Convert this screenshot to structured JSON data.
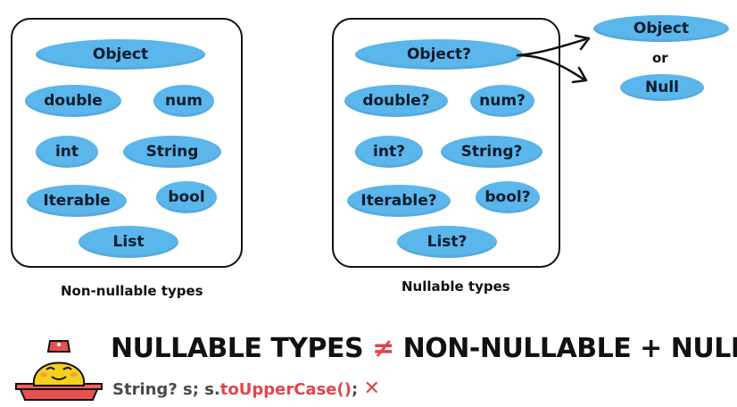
{
  "colors": {
    "pill": "#5bb6ec",
    "accent_red": "#e0454b",
    "outline": "#111111"
  },
  "left_panel": {
    "caption": "Non-nullable types",
    "types": [
      "Object",
      "double",
      "num",
      "int",
      "String",
      "Iterable",
      "bool",
      "List"
    ]
  },
  "right_panel": {
    "caption": "Nullable types",
    "types": [
      "Object?",
      "double?",
      "num?",
      "int?",
      "String?",
      "Iterable?",
      "bool?",
      "List?"
    ]
  },
  "branch": {
    "top": "Object",
    "middle": "or",
    "bottom": "Null"
  },
  "headline": {
    "left": "NULLABLE TYPES",
    "symbol": "≠",
    "right": "NON-NULLABLE + NULL"
  },
  "code": {
    "prefix": "String? s; s.",
    "call": "toUpperCase()",
    "suffix": ";",
    "mark": "✕",
    "mark_icon": "cross-icon"
  },
  "mascot_icon": "dart-mascot-icon"
}
